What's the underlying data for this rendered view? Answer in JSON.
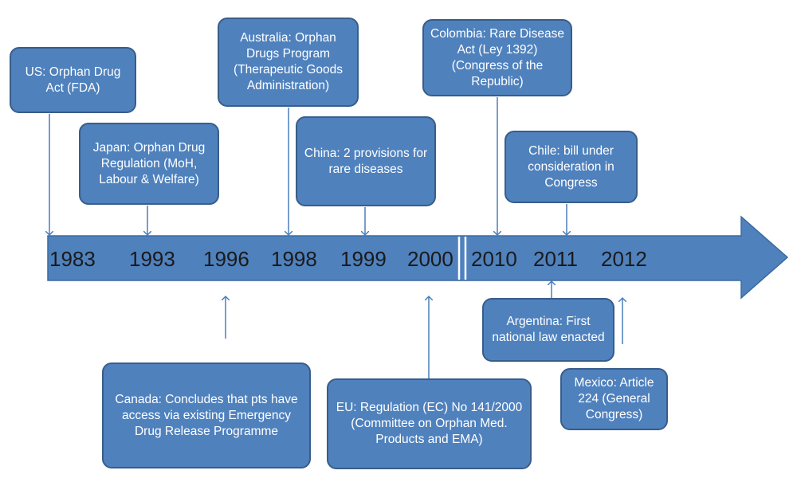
{
  "colors": {
    "box_fill": "#4f81bd",
    "box_border": "#385d8a",
    "arrow_fill": "#4f81bd",
    "connector": "#4a7ebb",
    "text": "#ffffff"
  },
  "timeline": {
    "years": [
      "1983",
      "1993",
      "1996",
      "1998",
      "1999",
      "2000",
      "2010",
      "2011",
      "2012"
    ],
    "break_marker": "||"
  },
  "events": {
    "us": "US: Orphan Drug Act (FDA)",
    "japan": "Japan: Orphan Drug Regulation (MoH, Labour & Welfare)",
    "australia": "Australia: Orphan Drugs Program (Therapeutic Goods Administration)",
    "china": "China: 2 provisions for rare diseases",
    "colombia": "Colombia: Rare Disease Act (Ley 1392) (Congress of the Republic)",
    "chile": "Chile: bill under consideration in Congress",
    "canada": "Canada: Concludes that pts have access via existing Emergency Drug Release Programme",
    "eu": "EU: Regulation (EC) No 141/2000 (Committee on Orphan Med. Products and EMA)",
    "argentina": "Argentina: First national law enacted",
    "mexico": "Mexico: Article 224 (General Congress)"
  }
}
